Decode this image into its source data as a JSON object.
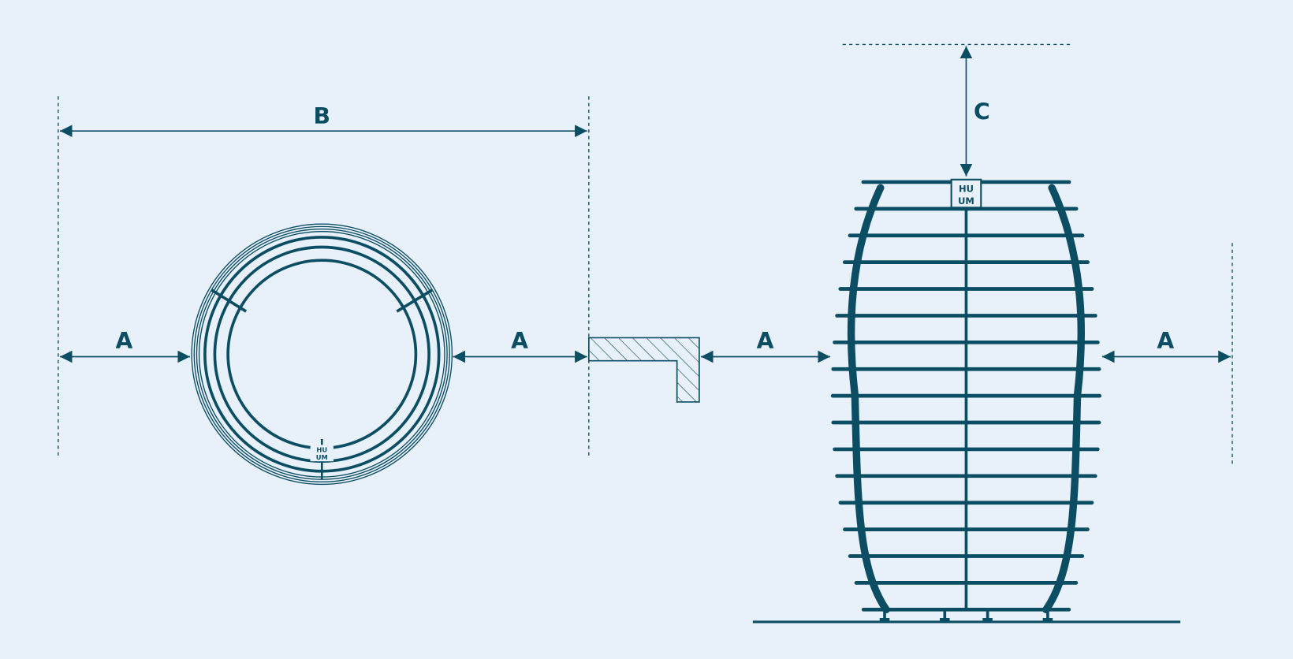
{
  "labels": {
    "a_left": "A",
    "a_mid": "A",
    "a_gap": "A",
    "a_right": "A",
    "b": "B",
    "c": "C"
  },
  "logo": {
    "text": "HUUM",
    "top": "HU",
    "bottom": "UM"
  },
  "colors": {
    "background": "#e8f0fa",
    "stroke": "#0b4d62"
  }
}
